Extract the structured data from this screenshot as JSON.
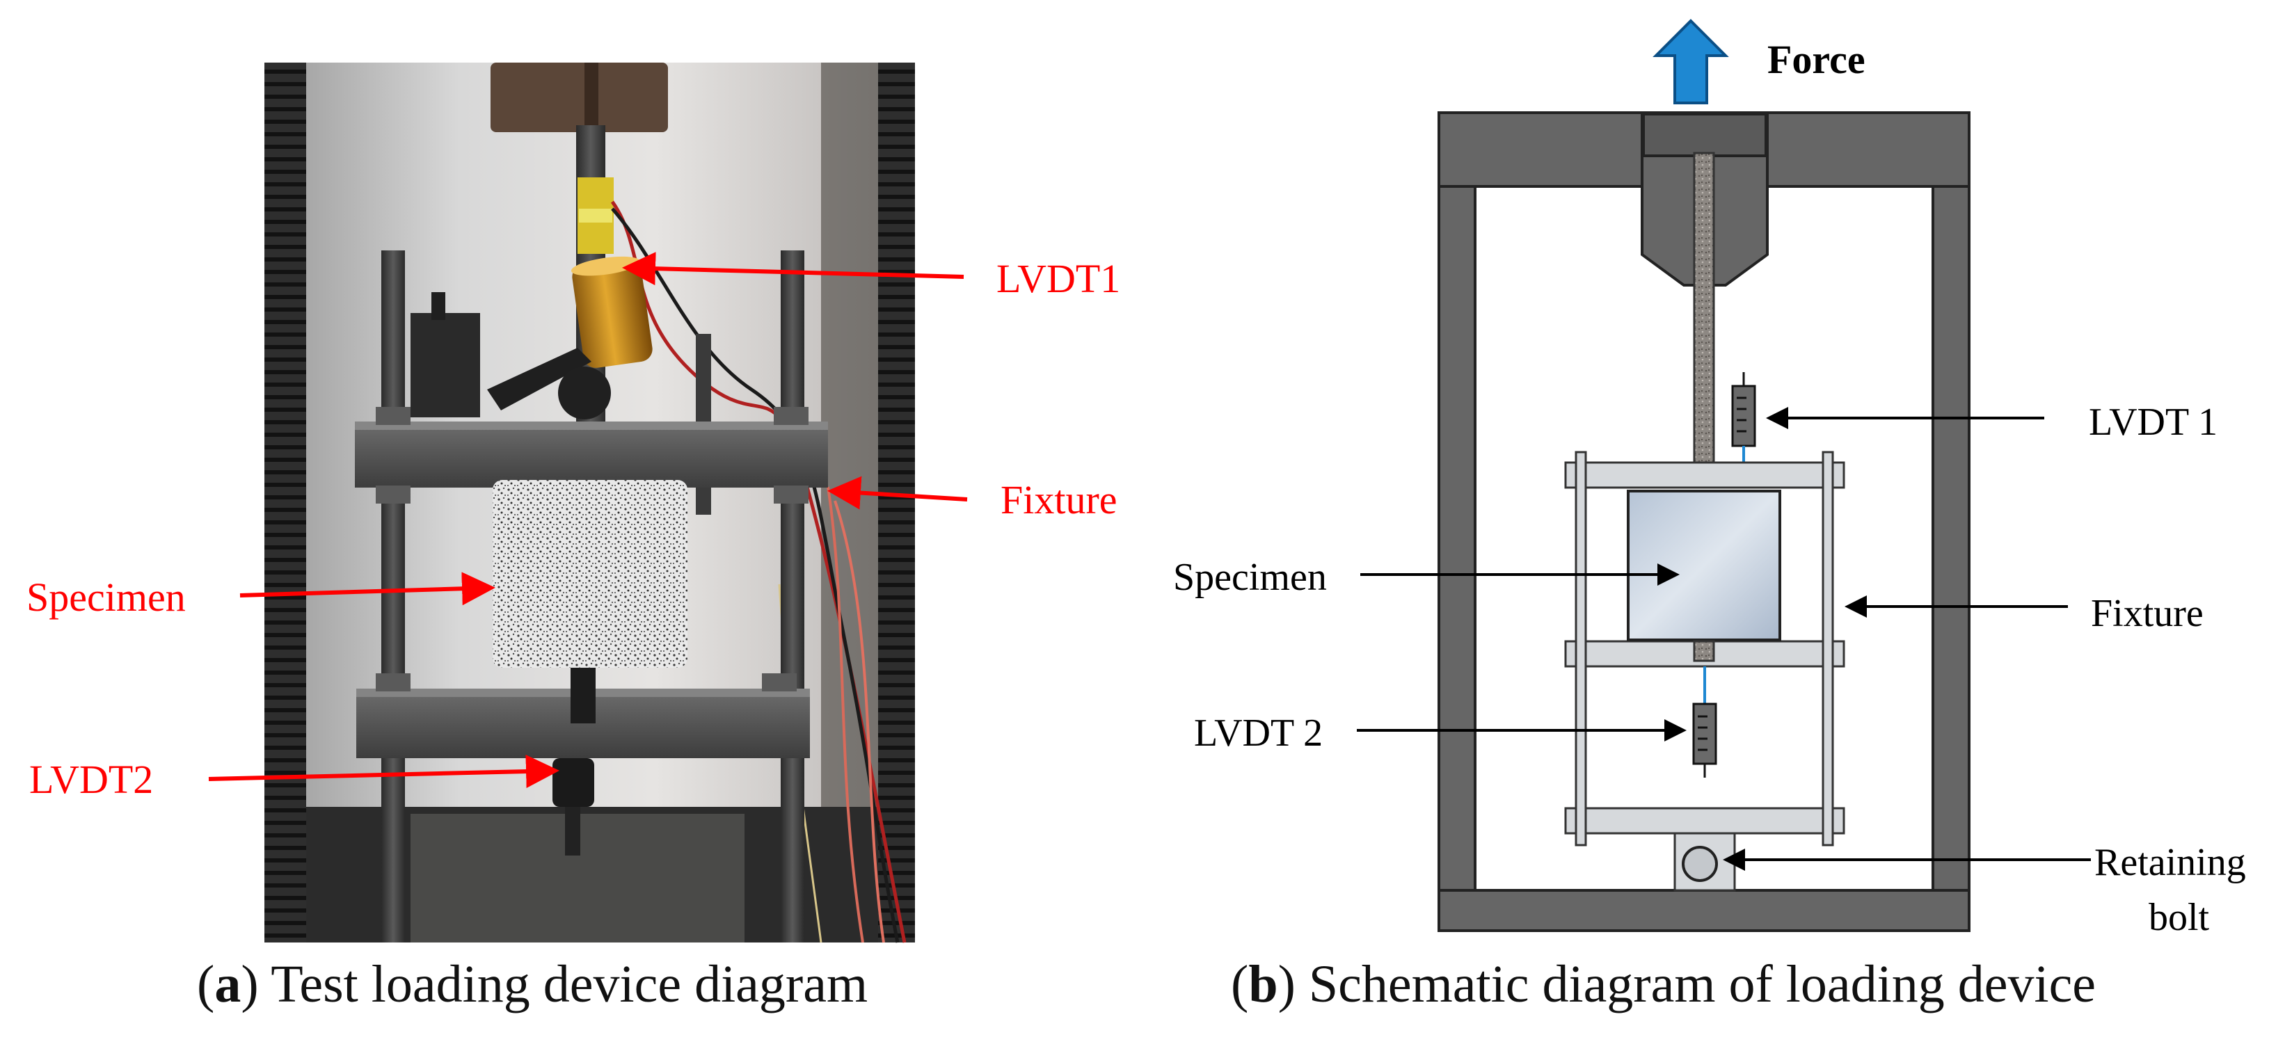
{
  "panel_a": {
    "labels": {
      "lvdt1": "LVDT1",
      "fixture": "Fixture",
      "specimen": "Specimen",
      "lvdt2": "LVDT2"
    },
    "label_color": "#ff0000",
    "caption_letter": "a",
    "caption_text": "Test loading device diagram"
  },
  "panel_b": {
    "force_label": "Force",
    "arrow_color": "#1e88d2",
    "frame_color": "#666666",
    "plate_color": "#d6d9dc",
    "labels": {
      "lvdt1": "LVDT 1",
      "specimen": "Specimen",
      "fixture": "Fixture",
      "lvdt2": "LVDT 2",
      "retaining_bolt_line1": "Retaining",
      "retaining_bolt_line2": "bolt"
    },
    "caption_letter": "b",
    "caption_text": "Schematic diagram of loading device"
  }
}
